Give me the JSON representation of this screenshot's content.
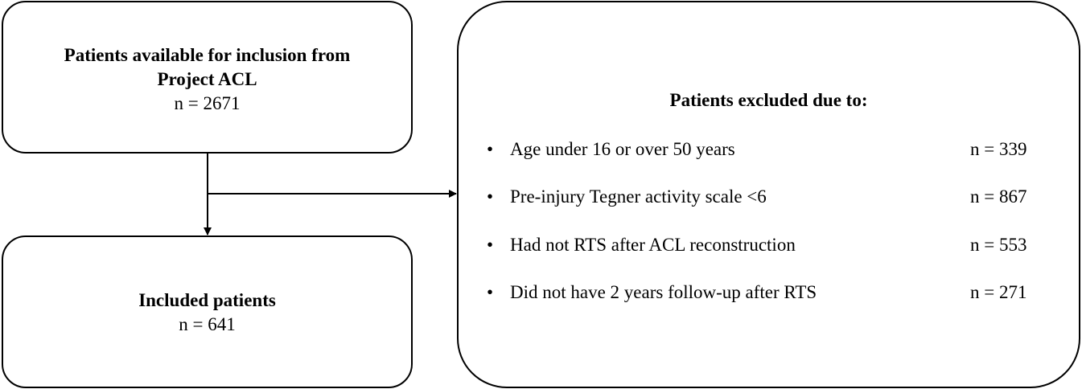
{
  "available": {
    "title_line1": "Patients available for inclusion from",
    "title_line2": "Project ACL",
    "count": "n = 2671"
  },
  "included": {
    "title": "Included patients",
    "count": "n = 641"
  },
  "excluded": {
    "heading": "Patients excluded due to:",
    "bullet": "•",
    "reasons": [
      {
        "label": "Age under 16 or over 50 years",
        "count": "n = 339"
      },
      {
        "label": "Pre-injury Tegner activity  scale <6",
        "count": "n = 867"
      },
      {
        "label": "Had not RTS after ACL reconstruction",
        "count": "n = 553"
      },
      {
        "label": "Did not have 2 years follow-up after RTS",
        "count": "n = 271"
      }
    ]
  }
}
